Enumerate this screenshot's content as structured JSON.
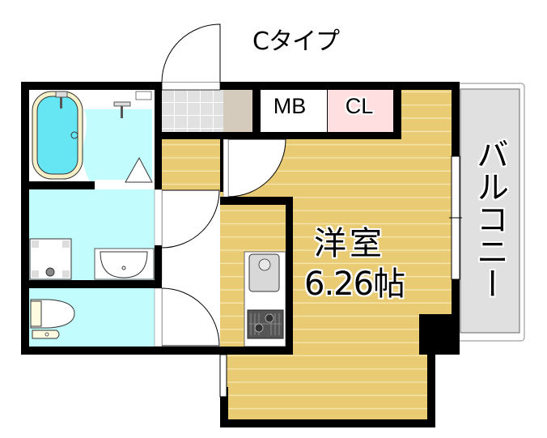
{
  "plan": {
    "title": "Cタイプ",
    "rooms": {
      "western_room": {
        "name": "洋室",
        "size": "6.26帖"
      },
      "meter_box": {
        "label": "MB"
      },
      "closet": {
        "label": "CL"
      },
      "balcony": {
        "label": "バルコニー"
      }
    },
    "fixtures": [
      "bathtub",
      "shower",
      "washing-machine-pan",
      "wash-basin",
      "toilet",
      "kitchen-sink",
      "gas-stove"
    ],
    "colors": {
      "wall": "#000000",
      "floor_wood": "#e8cb73",
      "wet_area": "#c2fcfd",
      "closet": "#ffdfdf",
      "balcony": "#e0e0e0",
      "entrance_tile": "#e1e1e1",
      "shoe_box": "#d5cbbd"
    }
  }
}
